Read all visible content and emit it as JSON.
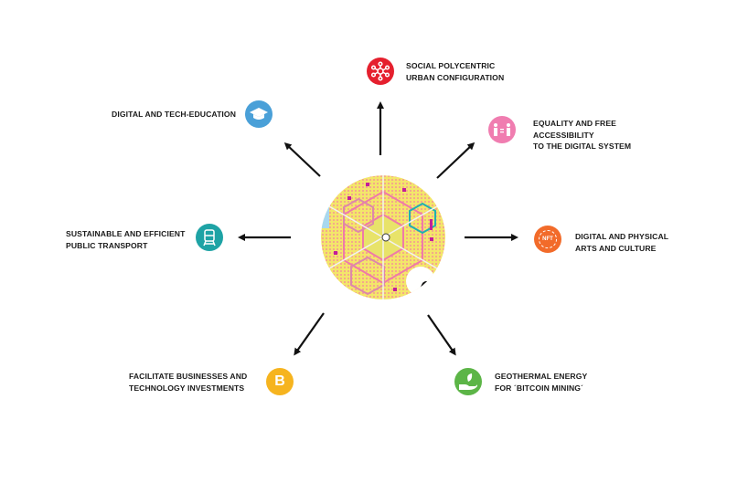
{
  "center": {
    "icon": "masterplan-circle-map"
  },
  "items": [
    {
      "id": "social",
      "lines": [
        "SOCIAL POLYCENTRIC",
        "URBAN CONFIGURATION"
      ],
      "icon": "network-icon",
      "color": "#e5202e"
    },
    {
      "id": "education",
      "lines": [
        "DIGITAL AND TECH-EDUCATION"
      ],
      "icon": "graduation-cap-icon",
      "color": "#4aa0d8"
    },
    {
      "id": "equality",
      "lines": [
        "EQUALITY AND FREE",
        "ACCESSIBILITY",
        "TO THE DIGITAL SYSTEM"
      ],
      "icon": "people-equal-icon",
      "color": "#f07db0"
    },
    {
      "id": "transport",
      "lines": [
        "SUSTAINABLE AND EFFICIENT",
        "PUBLIC TRANSPORT"
      ],
      "icon": "train-icon",
      "color": "#1ea3a5"
    },
    {
      "id": "arts",
      "lines": [
        "DIGITAL AND PHYSICAL",
        "ARTS AND CULTURE"
      ],
      "icon": "nft-icon",
      "color": "#f26b2a",
      "icon_text": "NFT"
    },
    {
      "id": "business",
      "lines": [
        "FACILITATE BUSINESSES AND",
        "TECHNOLOGY INVESTMENTS"
      ],
      "icon": "bitcoin-icon",
      "color": "#f6b41f",
      "icon_text": "B"
    },
    {
      "id": "geothermal",
      "lines": [
        "GEOTHERMAL ENERGY",
        "FOR ´BITCOIN MINING´"
      ],
      "icon": "hand-leaf-icon",
      "color": "#5cb547"
    }
  ]
}
